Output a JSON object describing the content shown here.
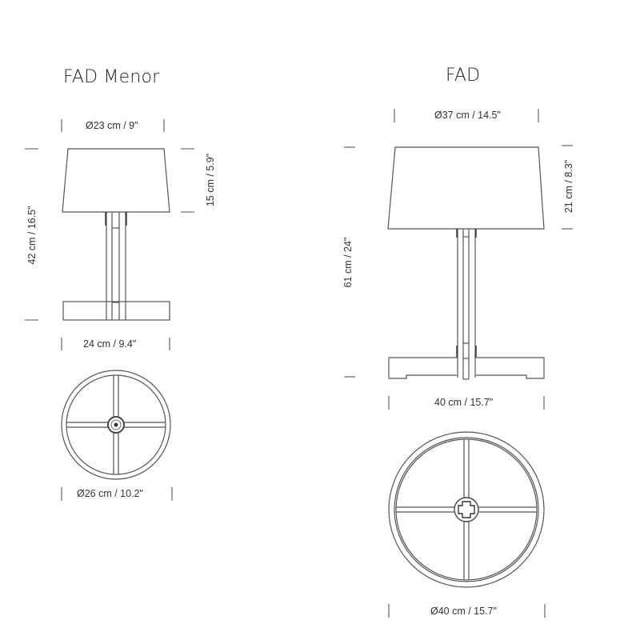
{
  "diagram": {
    "type": "technical-dimension-drawing",
    "stroke_color": "#555555",
    "text_color": "#333333",
    "background": "#ffffff"
  },
  "fad_menor": {
    "title": "FAD Menor",
    "shade_diameter": "Ø23 cm / 9\"",
    "shade_height": "15 cm / 5.9\"",
    "total_height": "42 cm / 16.5\"",
    "base_width": "24 cm / 9.4\"",
    "base_diameter": "Ø26 cm / 10.2\""
  },
  "fad": {
    "title": "FAD",
    "shade_diameter": "Ø37 cm / 14.5\"",
    "shade_height": "21 cm / 8.3\"",
    "total_height": "61 cm / 24\"",
    "base_width": "40 cm / 15.7\"",
    "base_diameter": "Ø40 cm / 15.7\""
  }
}
